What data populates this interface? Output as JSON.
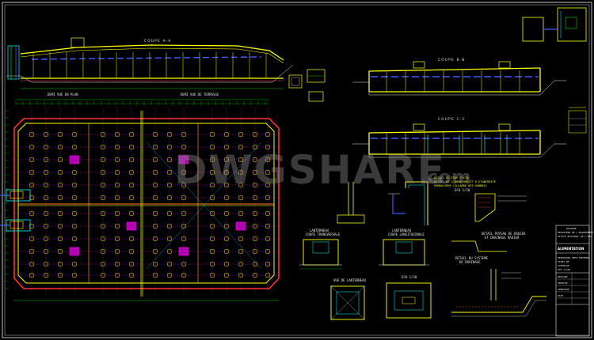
{
  "watermark": {
    "main": "DWGSHARE",
    "suffix": ".com"
  },
  "section_titles": {
    "coupe_a": "COUPE A-A",
    "coupe_b": "COUPE B-B",
    "coupe_c": "COUPE C-C"
  },
  "plan_titles": {
    "half_plan": "DEMI VUE EN PLAN",
    "half_roof": "DEMI VUE DE TERRASSE"
  },
  "detail_labels": {
    "lanterneau_a": "LANTERNEAU",
    "lanterneau_a_sub": "COUPE TRANSVERSALE",
    "lanterneau_b": "LANTERNEAU",
    "lanterneau_b_sub": "COUPE LONGITUDINALE",
    "vue_dessus": "VUE DE LANTERNEAU",
    "detail_drainage": "DETAIL DU SYSTEME",
    "detail_drainage_sub": "DE DRAINAGE",
    "detail_trop_plein": "DETAIL DU TROP PLEIN",
    "detail_trop_plein_sub": "DETAIL DE L'ARMATURE ET D'ETANCHEITE",
    "detail_trop_plein_sub2": "VERRALIERE (ILLADRE DES VANNES)",
    "detail_trop_plein_scale": "ECH 1/20",
    "detail_poteau": "DETAIL POTEAU DE RADIER",
    "detail_poteau_sub": "ET DRAINAGE RADIER",
    "detail_chambre": "ECH 1/20"
  },
  "title_block": {
    "header_1": "ROYAUME",
    "header_2": "MINISTERE DE L'EQUIPEMENT",
    "header_3": "OFFICE NATIONAL DE L'EAU",
    "project": "ALIMENTATION",
    "row_1": "RESERVOIR SEMI ENTERRE",
    "row_2": "PLANS DE",
    "row_3": "COFFRAGE",
    "row_4": "ECH 1/100",
    "sig_1": "DESSINE",
    "sig_2": "VERIFIE",
    "sig_3": "APPROUVE",
    "sig_4": "DATE"
  },
  "colors": {
    "background": "#000000",
    "frame": "#e6e6e6",
    "wall": "#ffff00",
    "outer": "#ff3030",
    "grid": "#ff00ff",
    "water": "#3a5bff",
    "beam": "#ff8c00",
    "green": "#00ff00",
    "cyan": "#00ffff",
    "white": "#ffffff"
  }
}
